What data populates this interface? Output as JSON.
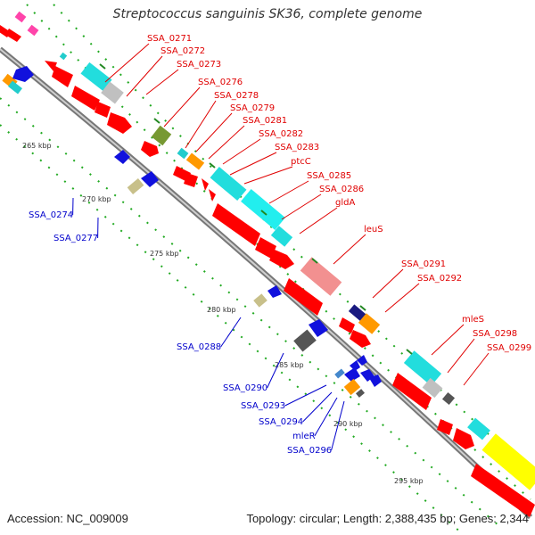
{
  "title": "Streptococcus sanguinis SK36, complete genome",
  "footer": {
    "accession": "Accession: NC_009009",
    "topology": "Topology: circular; Length: 2,388,435 bp; Genes: 2,344"
  },
  "colors": {
    "forward_label": "#e00000",
    "reverse_label": "#0000cc",
    "backbone": "#999999",
    "tick": "#33aa33"
  },
  "ticks": [
    "265 kbp",
    "270 kbp",
    "275 kbp",
    "280 kbp",
    "285 kbp",
    "290 kbp",
    "295 kbp"
  ],
  "forward_labels": [
    "SSA_0271",
    "SSA_0272",
    "SSA_0273",
    "SSA_0276",
    "SSA_0278",
    "SSA_0279",
    "SSA_0281",
    "SSA_0282",
    "SSA_0283",
    "ptcC",
    "SSA_0285",
    "SSA_0286",
    "gldA",
    "leuS",
    "SSA_0291",
    "SSA_0292",
    "mleS",
    "SSA_0298",
    "SSA_0299"
  ],
  "reverse_labels": [
    "SSA_0274",
    "SSA_0277",
    "SSA_0288",
    "SSA_0290",
    "SSA_0293",
    "SSA_0294",
    "mleR",
    "SSA_0296"
  ]
}
